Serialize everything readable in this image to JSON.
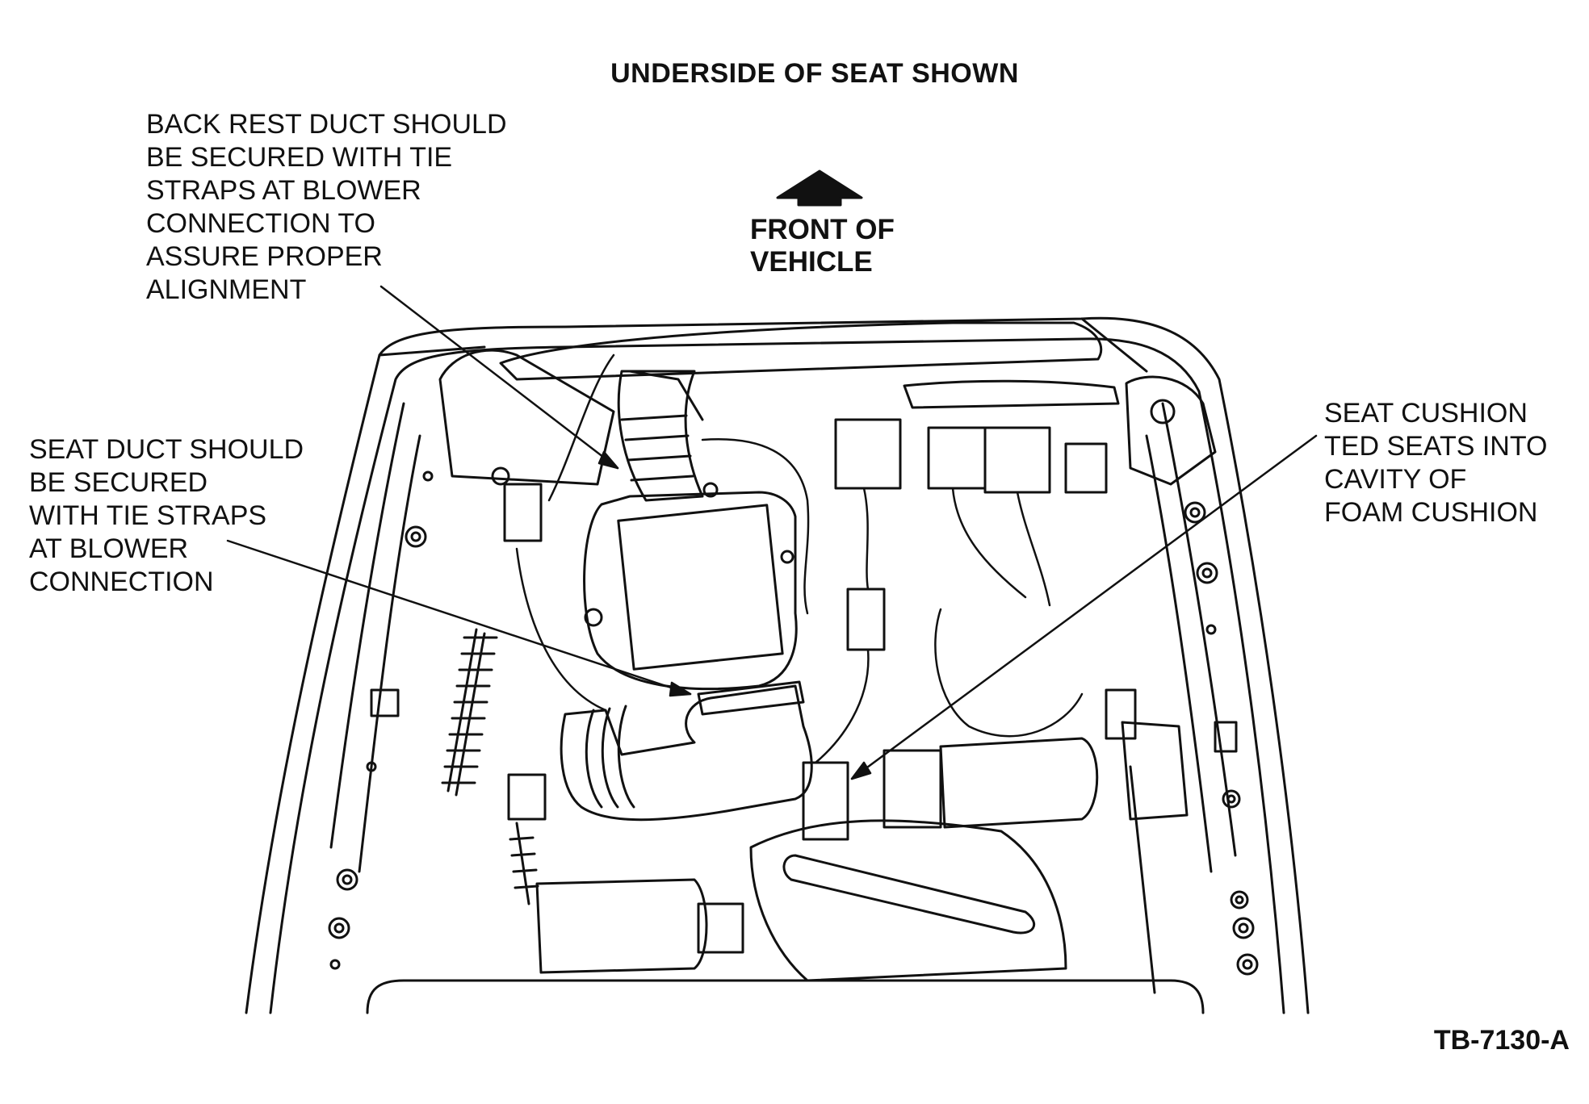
{
  "title": "UNDERSIDE OF SEAT SHOWN",
  "front_label": "FRONT OF\nVEHICLE",
  "callouts": {
    "backrest": "BACK REST DUCT SHOULD\nBE SECURED WITH TIE\nSTRAPS AT BLOWER\nCONNECTION TO\nASSURE PROPER\nALIGNMENT",
    "seat_duct": "SEAT DUCT SHOULD\nBE SECURED\nWITH TIE STRAPS\nAT BLOWER\nCONNECTION",
    "cushion": "SEAT CUSHION\nTED SEATS INTO\nCAVITY OF\nFOAM CUSHION"
  },
  "figure_id": "TB-7130-A"
}
